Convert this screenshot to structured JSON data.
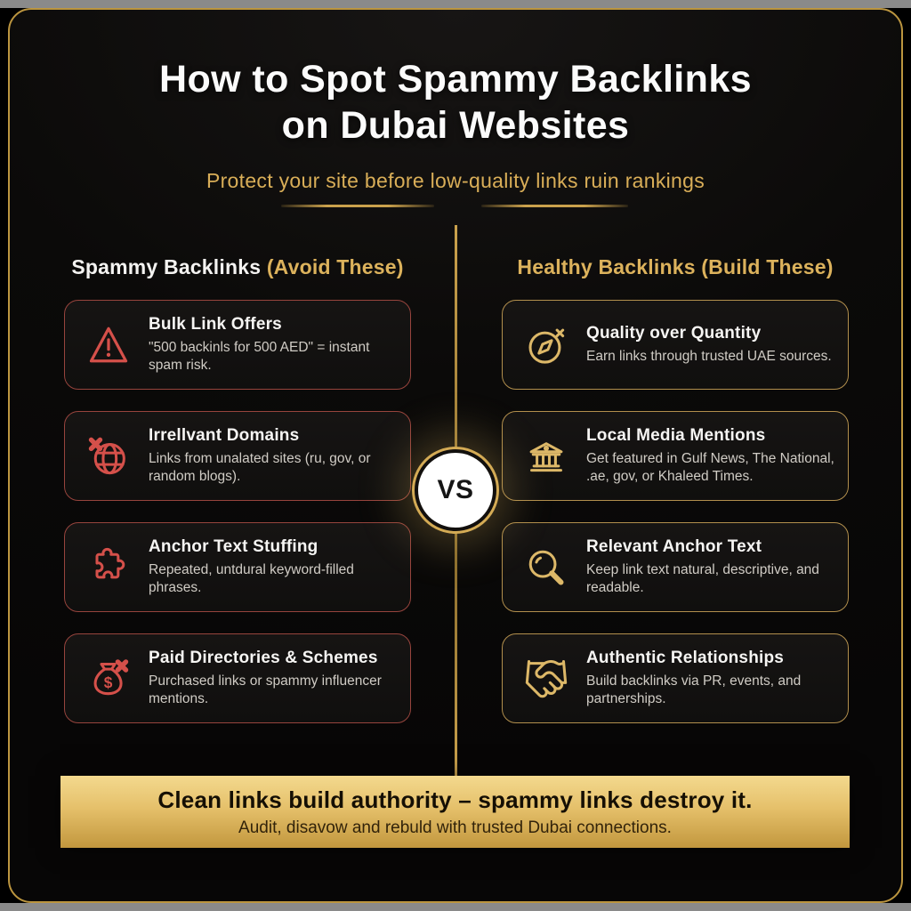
{
  "header": {
    "title_line1": "How to Spot Spammy Backlinks",
    "title_line2": "on Dubai Websites",
    "subtitle": "Protect your site before low-quality links ruin rankings"
  },
  "vs_badge": {
    "label": "VS"
  },
  "left_column": {
    "heading": "Spammy Backlinks",
    "heading_accent": "(Avoid These)",
    "cards": [
      {
        "icon": "warning-triangle-icon",
        "title": "Bulk Link Offers",
        "description": "\"500 backinls for 500 AED\" = instant spam risk."
      },
      {
        "icon": "globe-x-icon",
        "title": "Irrellvant Domains",
        "description": "Links from unalated sites (ru, gov, or random blogs)."
      },
      {
        "icon": "puzzle-piece-icon",
        "title": "Anchor Text Stuffing",
        "description": "Repeated, untdural keyword-filled phrases."
      },
      {
        "icon": "money-bag-x-icon",
        "title": "Paid Directories & Schemes",
        "description": "Purchased links or spammy influencer mentions."
      }
    ]
  },
  "right_column": {
    "heading": "Healthy Backlinks (Build These)",
    "cards": [
      {
        "icon": "compass-icon",
        "title": "Quality over Quantity",
        "description": "Earn links through trusted UAE sources."
      },
      {
        "icon": "bank-building-icon",
        "title": "Local Media Mentions",
        "description": "Get featured in Gulf News, The National, .ae, gov, or Khaleed Times."
      },
      {
        "icon": "magnifier-icon",
        "title": "Relevant Anchor Text",
        "description": "Keep link text natural, descriptive, and readable."
      },
      {
        "icon": "handshake-icon",
        "title": "Authentic Relationships",
        "description": "Build backlinks via PR, events, and partnerships."
      }
    ]
  },
  "footer_banner": {
    "headline": "Clean links build authority – spammy links destroy it.",
    "subline": "Audit, disavow and rebuld with trusted Dubai connections."
  },
  "colors": {
    "gold_accent": "#d9ae58",
    "spam_red": "#d5504a",
    "spam_border": "#97443d",
    "healthy_border": "#b28f4d",
    "background": "#0b0a09",
    "banner_top": "#f3d98e",
    "banner_bottom": "#c2973e"
  }
}
